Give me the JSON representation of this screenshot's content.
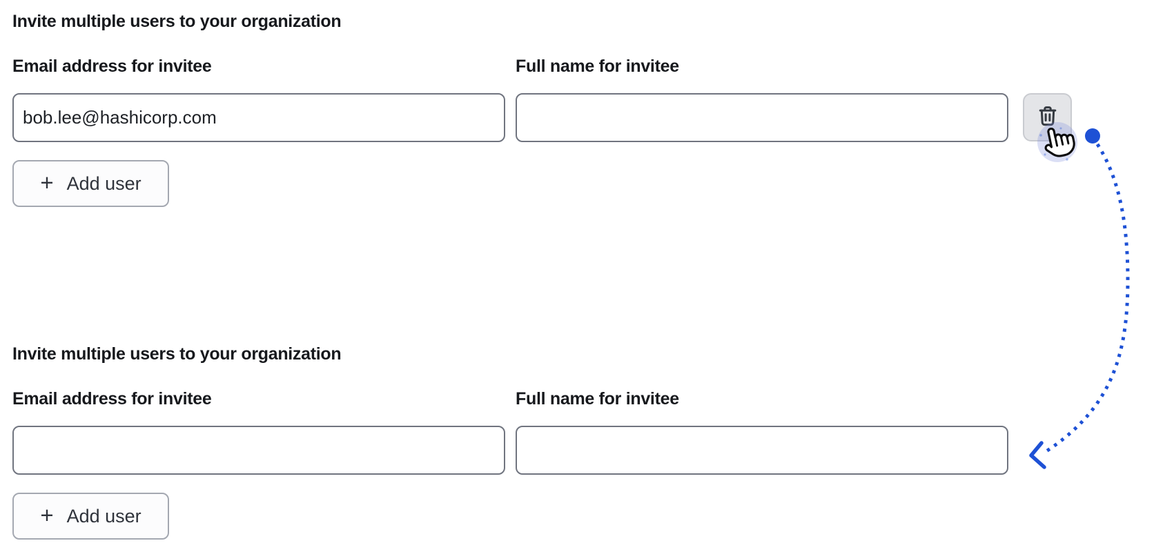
{
  "page": {
    "background": "#ffffff"
  },
  "colors": {
    "text": "#17191d",
    "input_border": "#70747f",
    "button_border": "#a4a8b1",
    "button_background": "#fcfcfd",
    "icon_button_background": "#e4e5e8",
    "icon_button_border": "#c9cbd0",
    "trash_icon_color": "#353a41",
    "annotation_blue": "#1e51d5",
    "click_halo": "rgba(126,139,219,0.28)"
  },
  "sections": [
    {
      "heading": "Invite multiple users to your organization",
      "fields": {
        "email": {
          "label": "Email address for invitee",
          "value": "bob.lee@hashicorp.com"
        },
        "full_name": {
          "label": "Full name for invitee",
          "value": ""
        }
      },
      "plus_glyph": "+",
      "add_user_label": "Add user",
      "remove_button_icon": "trash-icon"
    },
    {
      "heading": "Invite multiple users to your organization",
      "fields": {
        "email": {
          "label": "Email address for invitee",
          "value": ""
        },
        "full_name": {
          "label": "Full name for invitee",
          "value": ""
        }
      },
      "plus_glyph": "+",
      "add_user_label": "Add user"
    }
  ],
  "annotation": {
    "shape": "dotted-curved-arrow",
    "color": "#1e51d5",
    "cursor": "hand-pointer",
    "from": "remove-user-button",
    "to": "second-form-full-name-input"
  }
}
